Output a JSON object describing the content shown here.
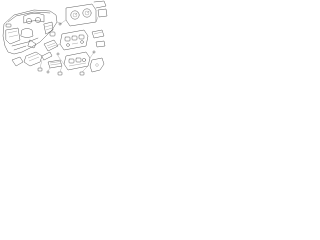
{
  "diagram": {
    "line_color": "#4a4a4a",
    "background": "#ffffff",
    "parts": [
      "instrument-panel",
      "instrument-cluster",
      "cluster-lens",
      "switch-module",
      "upper-switch-assembly",
      "lower-switch-assembly",
      "small-switch",
      "vent-grille",
      "steering-column-cover",
      "fastener-screw",
      "connector-clip",
      "mounting-bracket"
    ]
  }
}
